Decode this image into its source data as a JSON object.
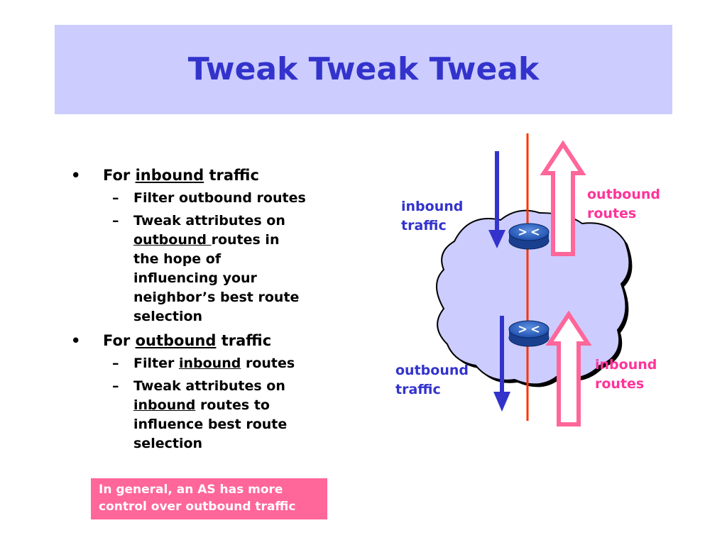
{
  "slide": {
    "title": "Tweak Tweak Tweak",
    "bullets": [
      {
        "prefix": "For ",
        "underlined": "inbound",
        "suffix": " traffic",
        "sub": [
          {
            "text": "Filter outbound routes"
          },
          {
            "prefix": "Tweak attributes on",
            "underlined": "outbound ",
            "suffix": "routes in",
            "rest": [
              "the hope of",
              "influencing your",
              "neighbor’s best route",
              "selection"
            ]
          }
        ]
      },
      {
        "prefix": "For ",
        "underlined": "outbound",
        "suffix": " traffic",
        "sub": [
          {
            "prefix": "Filter ",
            "underlined": "inbound",
            "suffix": " routes"
          },
          {
            "prefix": "Tweak attributes on",
            "underlined": "inbound",
            "suffix": " routes to",
            "rest": [
              "influence best route",
              "selection"
            ]
          }
        ]
      }
    ],
    "note": [
      "In general, an AS has more",
      "control over outbound traffic"
    ]
  },
  "diagram": {
    "labels": {
      "inbound_traffic": [
        "inbound",
        "traffic"
      ],
      "outbound_routes": [
        "outbound",
        "routes"
      ],
      "outbound_traffic": [
        "outbound",
        "traffic"
      ],
      "inbound_routes": [
        "inbound",
        "routes"
      ]
    },
    "colors": {
      "title_bg": "#ccccff",
      "title_text": "#3333cc",
      "cloud": "#ccccff",
      "traffic_arrow": "#3333cc",
      "route_arrow": "#ff6699",
      "route_label": "#ff3399",
      "as_boundary": "#ff3300",
      "router": "#3366cc",
      "note_bg": "#ff6699"
    },
    "icons": [
      "router-icon",
      "router-icon"
    ]
  }
}
